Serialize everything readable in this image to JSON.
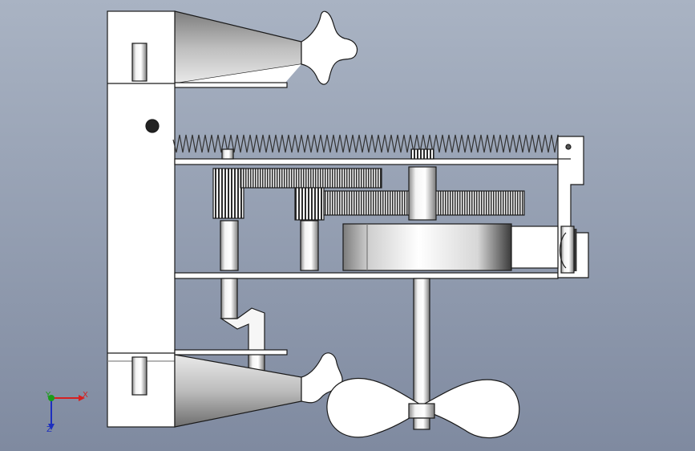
{
  "viewport": {
    "background_top": "#a9b3c3",
    "background_bottom": "#7f8aa0"
  },
  "model": {
    "parts": [
      "frame-block",
      "top-horn",
      "top-handle-knob",
      "bottom-horn",
      "propeller",
      "compression-spring",
      "gear-train",
      "drive-drum",
      "crank-shaft",
      "propeller-shaft",
      "rear-bracket"
    ],
    "colors": {
      "part_fill": "#ffffff",
      "edge": "#1a1a1a",
      "shade": "#9a9a9a"
    }
  },
  "triad": {
    "x": "X",
    "y": "Y",
    "z": "Z",
    "x_color": "#d62020",
    "y_color": "#1a9d1a",
    "z_color": "#1d2fbf"
  }
}
